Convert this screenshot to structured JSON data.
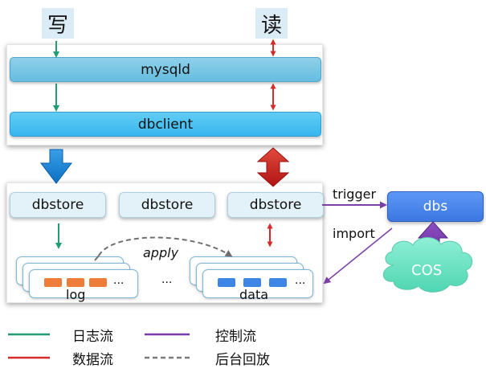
{
  "top": {
    "write_label": "写",
    "read_label": "读"
  },
  "layers": {
    "mysqld": "mysqld",
    "dbclient": "dbclient"
  },
  "storage": {
    "node1": "dbstore",
    "node2": "dbstore",
    "node3": "dbstore",
    "log_label": "log",
    "data_label": "data",
    "ellipsis": "...",
    "middle_ellipsis": "...",
    "apply_label": "apply"
  },
  "external": {
    "dbs": "dbs",
    "trigger": "trigger",
    "import": "import",
    "cos": "COS"
  },
  "legend": {
    "log_flow": "日志流",
    "data_flow": "数据流",
    "control_flow": "控制流",
    "background_replay": "后台回放"
  },
  "colors": {
    "log_flow": "#1f9d74",
    "data_flow": "#d62b2b",
    "control_flow": "#7b3fa8",
    "background_replay": "#7a7a7a"
  }
}
